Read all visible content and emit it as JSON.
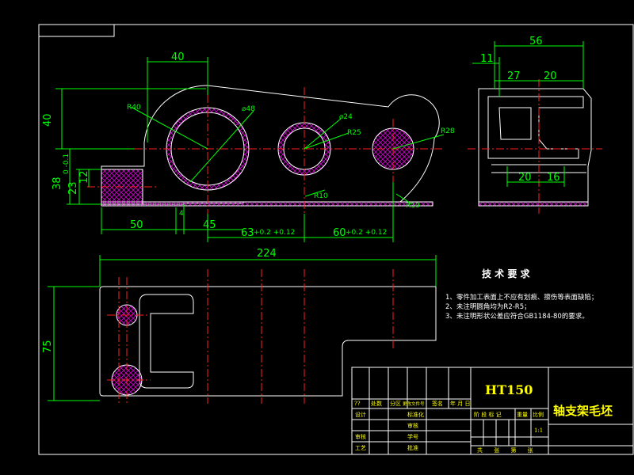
{
  "drawing": {
    "front_view": {
      "dims": {
        "width_40": "40",
        "height_40": "40",
        "r40": "R40",
        "d48": "⌀48",
        "d24": "⌀24",
        "r25": "R25",
        "r28": "R28",
        "r10a": "R10",
        "r10b": "R10",
        "h38": "38",
        "h38_tol": "0\n-0.1",
        "h23": "23",
        "h12": "12",
        "w50": "50",
        "w45": "45",
        "w4": "4",
        "w63": "63",
        "w63_tol": "+0.2\n+0.12",
        "w60": "60",
        "w60_tol": "+0.2\n+0.12"
      }
    },
    "side_view": {
      "dims": {
        "w56": "56",
        "w11": "11",
        "w27": "27",
        "w20a": "20",
        "w20b": "20",
        "w16": "16"
      }
    },
    "top_view": {
      "dims": {
        "w224": "224",
        "h75": "75"
      }
    },
    "tech_req": {
      "title": "技 术 要 求",
      "items": [
        "1、零件加工表面上不应有划痕、擦伤等表面缺陷；",
        "2、未注明圆角均为R2-R5；",
        "3、未注明形状公差应符合GB1184-80的要求。"
      ]
    },
    "title_block": {
      "material": "HT150",
      "part_name": "轴支架毛坯",
      "header_row": [
        "??",
        "处数",
        "分区",
        "更改文件号",
        "签名",
        "年 月 日"
      ],
      "labels": [
        "设计",
        "标准化",
        "审核",
        "工艺",
        "批准",
        "审核",
        "学号"
      ],
      "stage_labels": [
        "阶 段 标 记",
        "重量",
        "比例"
      ],
      "scale": "1:1",
      "sheet_info": "共 张 第 张"
    }
  }
}
